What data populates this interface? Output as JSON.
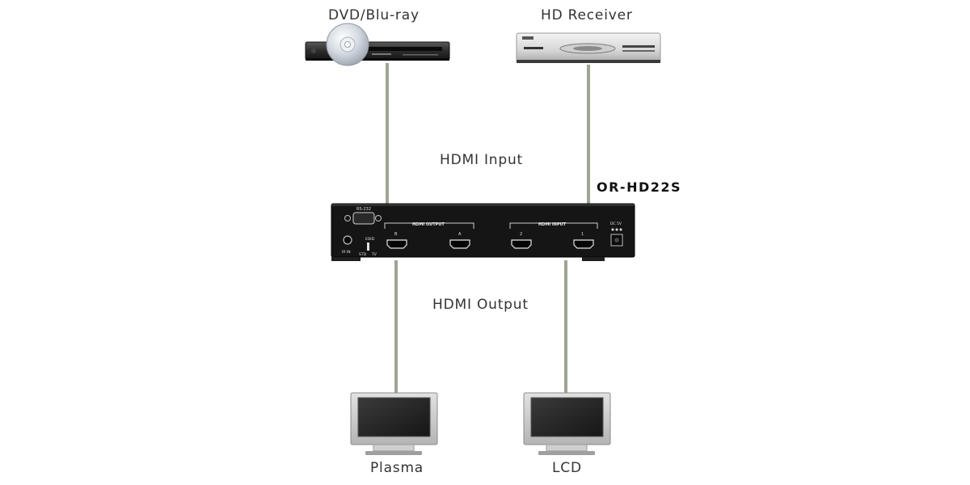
{
  "devices": {
    "dvd": {
      "label": "DVD/Blu-ray"
    },
    "receiver": {
      "label": "HD Receiver"
    },
    "plasma": {
      "label": "Plasma"
    },
    "lcd": {
      "label": "LCD"
    }
  },
  "switcher": {
    "model": "OR-HD22S",
    "rs232": "RS-232",
    "hdmi_output_group": "HDMI OUTPUT",
    "hdmi_input_group": "HDMI INPUT",
    "port_b": "B",
    "port_a": "A",
    "port_2": "2",
    "port_1": "1",
    "dc": "DC 5V",
    "edid": "EDID",
    "std": "STD",
    "tv": "TV",
    "ir_in": "IR IN"
  },
  "connections": {
    "input_label": "HDMI Input",
    "output_label": "HDMI Output"
  },
  "colors": {
    "cable": "#9ea593",
    "device_dark": "#1a1a1a",
    "receiver_body": "#dcdcdc",
    "screen": "#2a2a2a"
  }
}
